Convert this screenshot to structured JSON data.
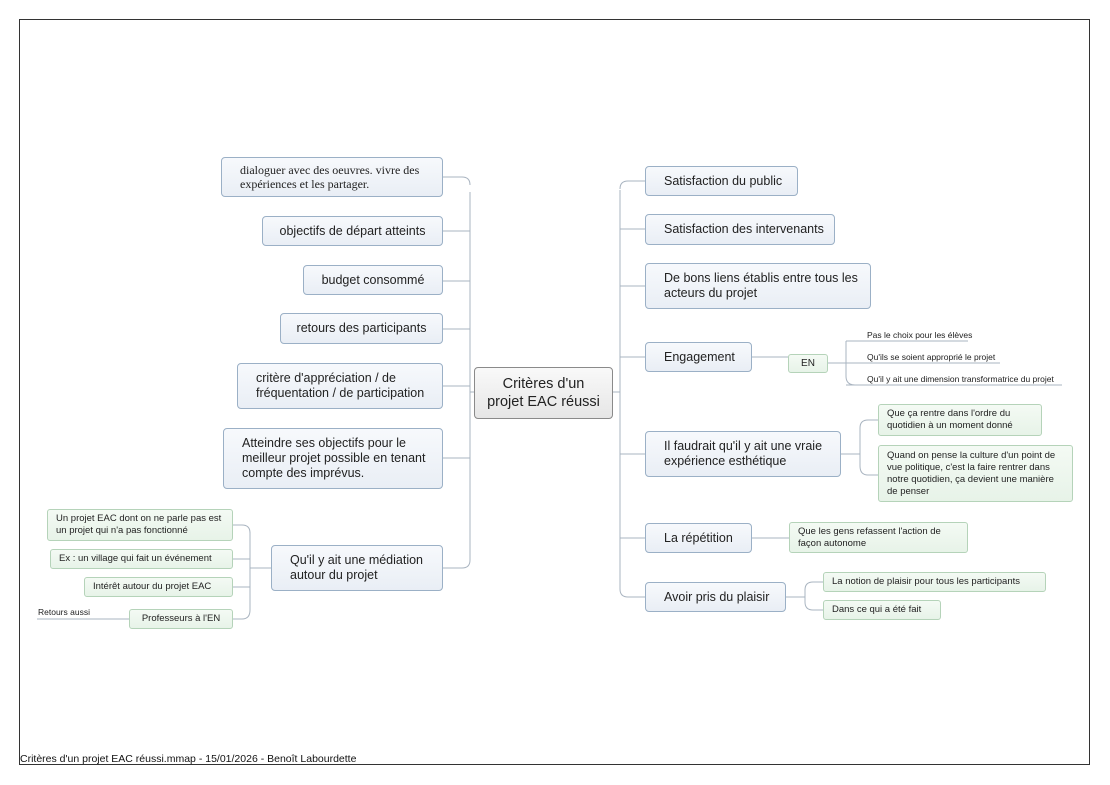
{
  "center": "Critères d'un projet EAC réussi",
  "left_topics": [
    "dialoguer avec des oeuvres. vivre des expériences et les partager.",
    "objectifs de départ atteints",
    "budget consommé",
    "retours des participants",
    "critère d'appréciation / de fréquentation / de participation",
    "Atteindre ses objectifs pour le meilleur projet possible en tenant compte des imprévus.",
    "Qu'il y ait une médiation autour du projet"
  ],
  "mediation_subs": [
    "Un projet EAC dont on ne parle pas est un projet qui n'a pas fonctionné",
    "Ex : un village qui fait un événement",
    "Intérêt autour du projet EAC",
    "Professeurs à l'EN"
  ],
  "retours_aussi": "Retours aussi",
  "right_topics": [
    "Satisfaction du public",
    "Satisfaction des intervenants",
    "De bons liens établis entre tous les acteurs du projet",
    "Engagement",
    "Il faudrait qu'il y ait une vraie expérience esthétique",
    "La répétition",
    "Avoir pris du plaisir"
  ],
  "engagement": {
    "en": "EN",
    "items": [
      "Pas le choix pour les élèves",
      "Qu'ils se soient approprié le projet",
      "Qu'il y ait une dimension transformatrice du projet"
    ]
  },
  "esthetique_subs": [
    "Que ça rentre dans l'ordre du quotidien à un moment donné",
    "Quand on pense la culture d'un point de vue politique, c'est la faire rentrer dans notre quotidien, ça devient une manière de penser"
  ],
  "repetition_sub": "Que les gens refassent l'action de façon autonome",
  "plaisir_subs": [
    "La notion de plaisir pour tous les participants",
    "Dans ce qui a été fait"
  ],
  "footer": "Critères d'un projet EAC réussi.mmap - 15/01/2026 - Benoît Labourdette",
  "colors": {
    "topic_border": "#9bb0c6",
    "sub_border": "#b5d3b9",
    "line": "#a9b4c0"
  }
}
